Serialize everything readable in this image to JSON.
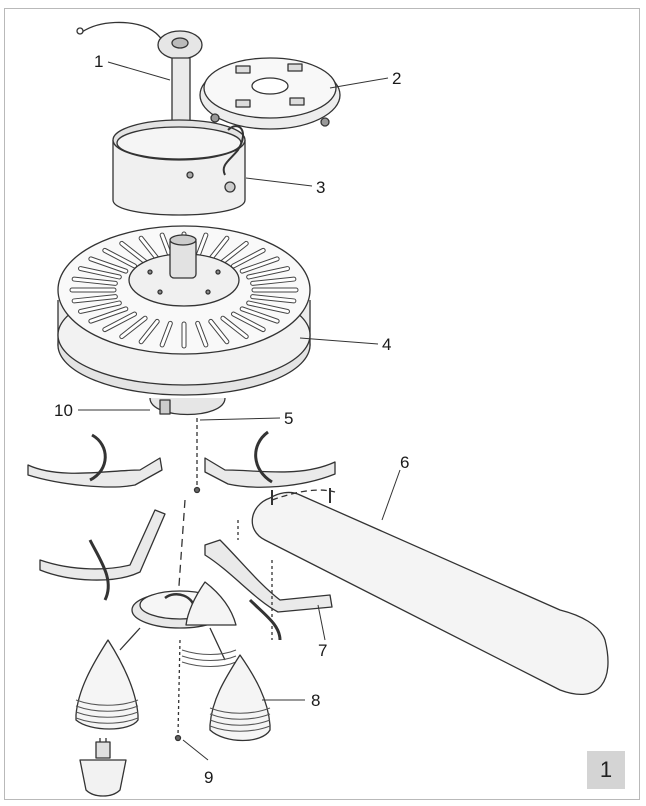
{
  "figure": {
    "number": "1"
  },
  "callouts": [
    {
      "id": "c1",
      "label": "1"
    },
    {
      "id": "c2",
      "label": "2"
    },
    {
      "id": "c3",
      "label": "3"
    },
    {
      "id": "c4",
      "label": "4"
    },
    {
      "id": "c5",
      "label": "5"
    },
    {
      "id": "c6",
      "label": "6"
    },
    {
      "id": "c7",
      "label": "7"
    },
    {
      "id": "c8",
      "label": "8"
    },
    {
      "id": "c9",
      "label": "9"
    },
    {
      "id": "c10",
      "label": "10"
    }
  ]
}
